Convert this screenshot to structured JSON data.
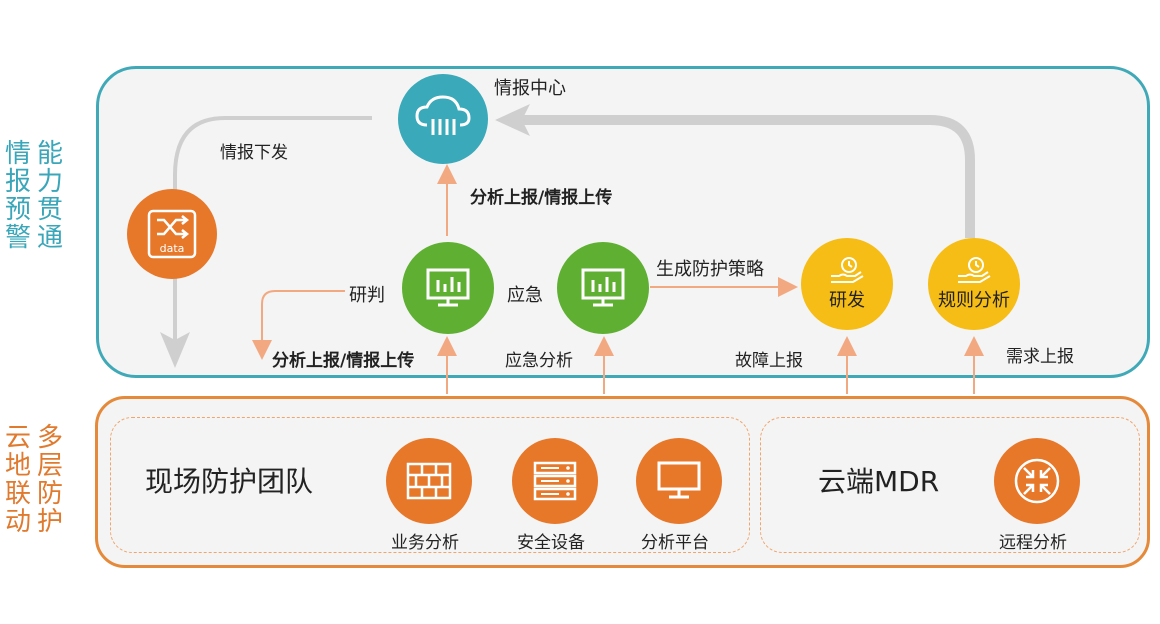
{
  "side_labels": {
    "top_col1": "情报预警",
    "top_col2": "能力贯通",
    "bottom_col1": "云地联动",
    "bottom_col2": "多层防护"
  },
  "nodes": {
    "intel_center": "情报中心",
    "data_icon_text": "data",
    "research": "研判",
    "emergency": "应急",
    "develop": "研发",
    "rule_analysis": "规则分析"
  },
  "edges": {
    "intel_down": "情报下发",
    "upload_top": "分析上报/情报上传",
    "upload_left": "分析上报/情报上传",
    "emergency_analysis": "应急分析",
    "gen_strategy": "生成防护策略",
    "fault_report": "故障上报",
    "demand_report": "需求上报"
  },
  "bottom": {
    "onsite_team": "现场防护团队",
    "business_analysis": "业务分析",
    "security_device": "安全设备",
    "analysis_platform": "分析平台",
    "cloud_mdr": "云端MDR",
    "remote_analysis": "远程分析"
  },
  "colors": {
    "teal": "#3aa9b9",
    "orange": "#e7782a",
    "green": "#5fb032",
    "yellow": "#f6bd17",
    "arrow": "#f2a982",
    "gray_arrow": "#c8c8c8"
  }
}
